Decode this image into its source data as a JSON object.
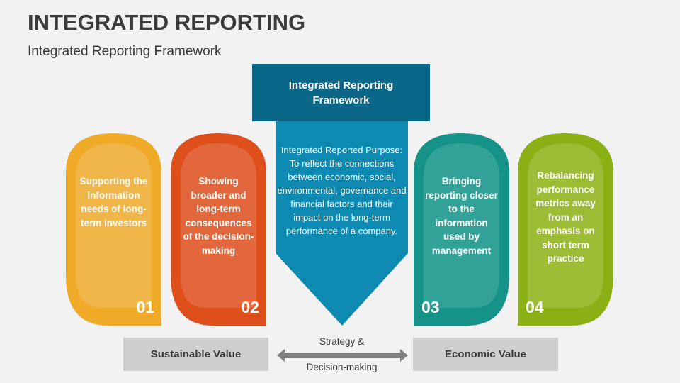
{
  "header": {
    "title": "INTEGRATED REPORTING",
    "subtitle": "Integrated Reporting Framework"
  },
  "center": {
    "header_label": "Integrated Reporting Framework",
    "arrow_text": "Integrated Reported Purpose: To reflect the connections between economic, social, environmental, governance and financial factors and their impact on the long-term performance of a company.",
    "header_color": "#0b6787",
    "arrow_color": "#0e89b1"
  },
  "cards": [
    {
      "number": "01",
      "text": "Supporting the information needs of long-term investors",
      "color": "#efab28",
      "inner": "#f0b64a"
    },
    {
      "number": "02",
      "text": "Showing broader and long-term consequences of the decision-making",
      "color": "#df4f1c",
      "inner": "#e3673d"
    },
    {
      "number": "03",
      "text": "Bringing reporting closer to the information used by management",
      "color": "#169389",
      "inner": "#32a197"
    },
    {
      "number": "04",
      "text": "Rebalancing performance metrics away from an emphasis on short term practice",
      "color": "#8bb015",
      "inner": "#9cbc35"
    }
  ],
  "footer": {
    "left_box": "Sustainable Value",
    "right_box": "Economic Value",
    "arrow_top_label": "Strategy &",
    "arrow_bottom_label": "Decision-making",
    "arrow_color": "#7f7f7f",
    "box_color": "#d0cfcf"
  }
}
